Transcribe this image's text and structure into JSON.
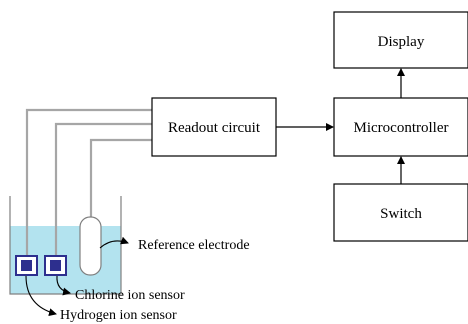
{
  "blocks": {
    "display": "Display",
    "readout": "Readout circuit",
    "microcontroller": "Microcontroller",
    "switch": "Switch"
  },
  "labels": {
    "reference": "Reference electrode",
    "chlorine": "Chlorine ion sensor",
    "hydrogen": "Hydrogen ion sensor"
  },
  "colors": {
    "solution": "#b3e3ef",
    "sensor": "#2d2f8e",
    "wire": "#a6a6a6",
    "lines": "#000000"
  }
}
